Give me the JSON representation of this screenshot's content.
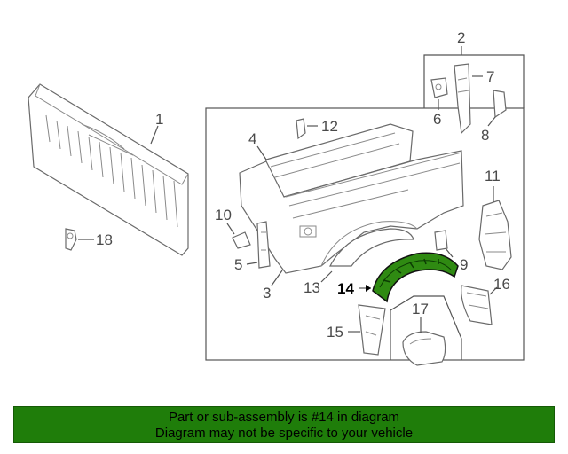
{
  "callouts": {
    "c1": "1",
    "c2": "2",
    "c3": "3",
    "c4": "4",
    "c5": "5",
    "c6": "6",
    "c7": "7",
    "c8": "8",
    "c9": "9",
    "c10": "10",
    "c11": "11",
    "c12": "12",
    "c13": "13",
    "c14": "14",
    "c15": "15",
    "c16": "16",
    "c17": "17",
    "c18": "18"
  },
  "highlight": {
    "part": "14",
    "color": "#1f7d0a"
  },
  "banner": {
    "line1": "Part or sub-assembly is #14 in diagram",
    "line2": "Diagram may not be specific to your vehicle",
    "background": "#1f7d0a"
  }
}
